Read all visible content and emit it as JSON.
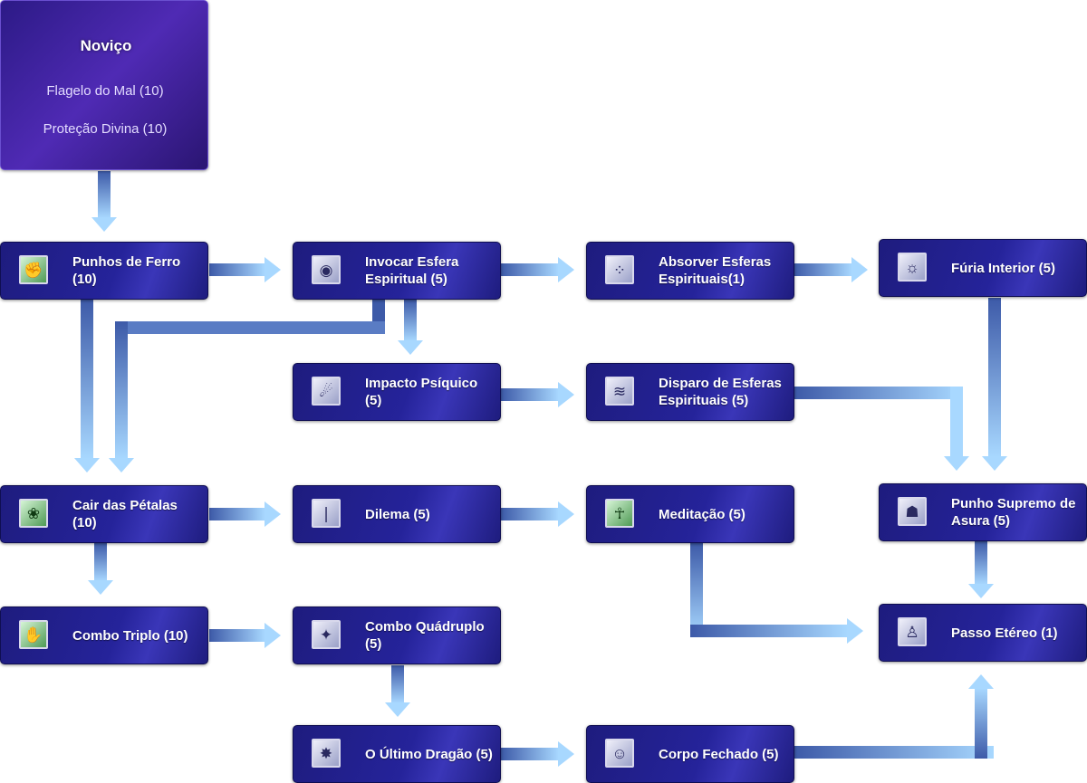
{
  "root": {
    "title": "Noviço",
    "skills": [
      "Flagelo do Mal (10)",
      "Proteção Divina (10)"
    ]
  },
  "nodes": [
    {
      "id": "punhos-de-ferro",
      "label": "Punhos de Ferro (10)",
      "icon": "fist-icon"
    },
    {
      "id": "invocar-esfera-espiritual",
      "label": "Invocar Esfera Espiritual (5)",
      "icon": "spirit-summon-icon"
    },
    {
      "id": "absorver-esferas-espirituais",
      "label": "Absorver Esferas Espirituais(1)",
      "icon": "spirit-absorb-icon"
    },
    {
      "id": "furia-interior",
      "label": "Fúria Interior (5)",
      "icon": "fury-icon"
    },
    {
      "id": "impacto-psiquico",
      "label": "Impacto Psíquico (5)",
      "icon": "psychic-strike-icon"
    },
    {
      "id": "disparo-de-esferas-espirituais",
      "label": "Disparo de Esferas Espirituais (5)",
      "icon": "spirit-shot-icon"
    },
    {
      "id": "cair-das-petalas",
      "label": "Cair das Pétalas (10)",
      "icon": "petals-icon"
    },
    {
      "id": "dilema",
      "label": "Dilema (5)",
      "icon": "dilemma-icon"
    },
    {
      "id": "meditacao",
      "label": "Meditação (5)",
      "icon": "meditation-icon"
    },
    {
      "id": "punho-supremo-de-asura",
      "label": "Punho Supremo de Asura (5)",
      "icon": "asura-icon"
    },
    {
      "id": "combo-triplo",
      "label": "Combo Triplo (10)",
      "icon": "triple-combo-icon"
    },
    {
      "id": "combo-quadruplo",
      "label": "Combo Quádruplo (5)",
      "icon": "quadruple-combo-icon"
    },
    {
      "id": "passo-etereo",
      "label": "Passo Etéreo (1)",
      "icon": "ethereal-step-icon"
    },
    {
      "id": "o-ultimo-dragao",
      "label": "O Último Dragão (5)",
      "icon": "dragon-icon"
    },
    {
      "id": "corpo-fechado",
      "label": "Corpo Fechado (5)",
      "icon": "closed-body-icon"
    }
  ],
  "links": [
    [
      "root",
      "punhos-de-ferro"
    ],
    [
      "punhos-de-ferro",
      "invocar-esfera-espiritual"
    ],
    [
      "invocar-esfera-espiritual",
      "absorver-esferas-espirituais"
    ],
    [
      "absorver-esferas-espirituais",
      "furia-interior"
    ],
    [
      "invocar-esfera-espiritual",
      "impacto-psiquico"
    ],
    [
      "invocar-esfera-espiritual",
      "cair-das-petalas"
    ],
    [
      "punhos-de-ferro",
      "cair-das-petalas"
    ],
    [
      "impacto-psiquico",
      "disparo-de-esferas-espirituais"
    ],
    [
      "disparo-de-esferas-espirituais",
      "punho-supremo-de-asura"
    ],
    [
      "furia-interior",
      "punho-supremo-de-asura"
    ],
    [
      "cair-das-petalas",
      "dilema"
    ],
    [
      "dilema",
      "meditacao"
    ],
    [
      "cair-das-petalas",
      "combo-triplo"
    ],
    [
      "combo-triplo",
      "combo-quadruplo"
    ],
    [
      "meditacao",
      "passo-etereo"
    ],
    [
      "punho-supremo-de-asura",
      "passo-etereo"
    ],
    [
      "combo-quadruplo",
      "o-ultimo-dragao"
    ],
    [
      "o-ultimo-dragao",
      "corpo-fechado"
    ],
    [
      "corpo-fechado",
      "passo-etereo"
    ]
  ],
  "colors": {
    "node": "#25239a",
    "root": "#4f2ab4",
    "arrow": "#8ec6f5"
  }
}
